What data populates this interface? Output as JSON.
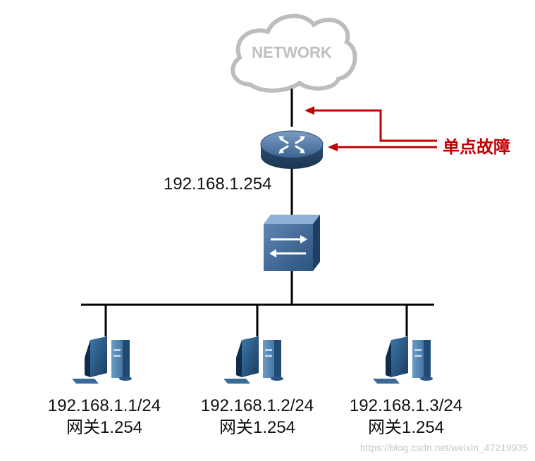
{
  "network": {
    "label": "NETWORK"
  },
  "router": {
    "ip": "192.168.1.254"
  },
  "fault": {
    "label": "单点故障",
    "color": "#c00000"
  },
  "hosts": [
    {
      "ip": "192.168.1.1/24",
      "gateway": "网关1.254"
    },
    {
      "ip": "192.168.1.2/24",
      "gateway": "网关1.254"
    },
    {
      "ip": "192.168.1.3/24",
      "gateway": "网关1.254"
    }
  ],
  "watermark": "https://blog.csdn.net/weixin_47219935",
  "colors": {
    "device": "#2f5577",
    "device_top": "#5b7fa8",
    "pc_body": "#4a7fa8",
    "pc_screen": "#1f4e79",
    "cloud_stroke": "#b9b9b9",
    "line": "#000000"
  }
}
